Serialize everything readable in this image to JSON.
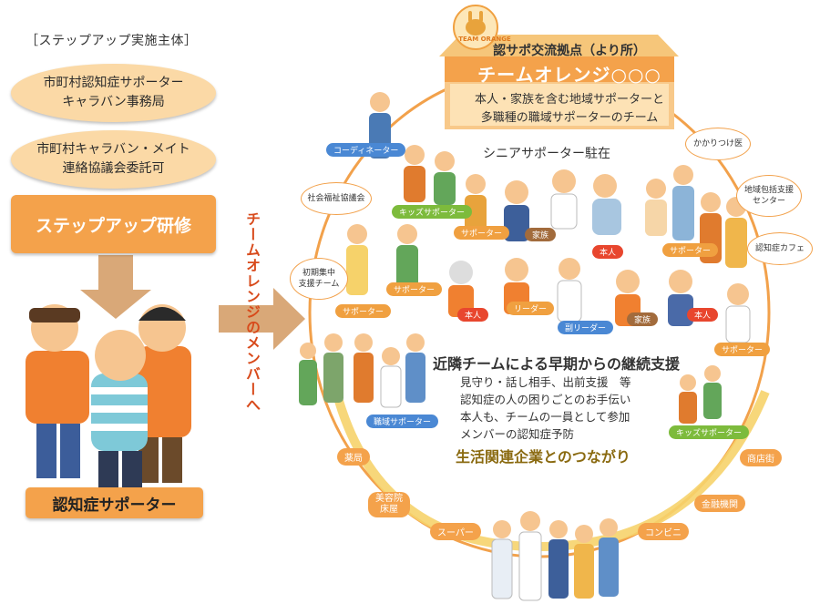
{
  "left": {
    "header": "［ステップアップ実施主体］",
    "oval1": [
      "市町村認知症サポーター",
      "キャラバン事務局"
    ],
    "oval2": [
      "市町村キャラバン・メイト",
      "連絡協議会委託可"
    ],
    "training": "ステップアップ研修",
    "supporter": "認知症サポーター",
    "arrow_text": "チームオレンジのメンバーへ"
  },
  "house": {
    "logo": "TEAM ORANGE",
    "line1": "認サポ交流拠点（より所）",
    "line2": "チームオレンジ○○○",
    "line3": [
      "本人・家族を含む地域サポーターと",
      "多職種の職域サポーターのチーム"
    ]
  },
  "center": {
    "senior": "シニアサポーター駐在",
    "neighbor": "近隣チームによる早期からの継続支援",
    "items": [
      "見守り・話し相手、出前支援　等",
      "認知症の人の困りごとのお手伝い",
      "本人も、チームの一員として参加",
      "メンバーの認知症予防"
    ],
    "business": "生活関連企業とのつながり"
  },
  "circle_labels": [
    {
      "id": "kakaritsuke",
      "lines": [
        "かかりつけ医"
      ]
    },
    {
      "id": "houkatsu",
      "lines": [
        "地域包括支援",
        "センター"
      ]
    },
    {
      "id": "cafe",
      "lines": [
        "認知症カフェ"
      ]
    },
    {
      "id": "shakyo",
      "lines": [
        "社会福祉協議会"
      ]
    },
    {
      "id": "shoki",
      "lines": [
        "初期集中",
        "支援チーム"
      ]
    }
  ],
  "tags": [
    {
      "text": "コーディネーター",
      "color": "blue"
    },
    {
      "text": "キッズサポーター",
      "color": "green"
    },
    {
      "text": "サポーター",
      "color": "orange"
    },
    {
      "text": "家族",
      "color": "brown"
    },
    {
      "text": "本人",
      "color": "red"
    },
    {
      "text": "サポーター",
      "color": "orange"
    },
    {
      "text": "サポーター",
      "color": "orange"
    },
    {
      "text": "サポーター",
      "color": "orange"
    },
    {
      "text": "本人",
      "color": "red"
    },
    {
      "text": "リーダー",
      "color": "orange"
    },
    {
      "text": "副リーダー",
      "color": "blue"
    },
    {
      "text": "家族",
      "color": "brown"
    },
    {
      "text": "本人",
      "color": "red"
    },
    {
      "text": "サポーター",
      "color": "orange"
    },
    {
      "text": "職域サポーター",
      "color": "blue"
    },
    {
      "text": "キッズサポーター",
      "color": "green"
    }
  ],
  "businesses": [
    "薬局",
    "美容院\n床屋",
    "スーパー",
    "コンビニ",
    "金融機関",
    "商店街"
  ],
  "colors": {
    "accent": "#f4a24b",
    "oval": "#fbd9a6",
    "arrow": "#d9a878",
    "red_text": "#d84a1b"
  }
}
